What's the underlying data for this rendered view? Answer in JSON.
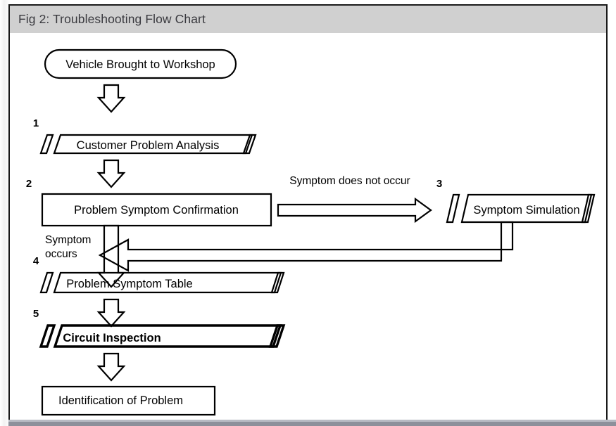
{
  "figure": {
    "caption": "Fig 2: Troubleshooting Flow Chart",
    "caption_bar_color": "#d0d0d0",
    "caption_text_color": "#3a3a3f",
    "frame_border_color": "#1a1a1a",
    "canvas_color": "#ffffff",
    "bottom_strip_color": "#8d909b"
  },
  "chart_data": {
    "type": "diagram",
    "diagram_kind": "flowchart",
    "title": "Fig 2: Troubleshooting Flow Chart",
    "orientation": "top-to-bottom",
    "truncated_at_bottom": true,
    "nodes": [
      {
        "id": "start",
        "label": "Vehicle Brought to Workshop",
        "shape": "rounded-terminator",
        "step": "",
        "bold": false
      },
      {
        "id": "n1",
        "label": "Customer Problem Analysis",
        "shape": "banner",
        "step": "1",
        "bold": false
      },
      {
        "id": "n2",
        "label": "Problem Symptom Confirmation",
        "shape": "rectangle",
        "step": "2",
        "bold": false
      },
      {
        "id": "n3",
        "label": "Symptom Simulation",
        "shape": "banner",
        "step": "3",
        "bold": false
      },
      {
        "id": "n4",
        "label": "Problem Symptom Table",
        "shape": "banner",
        "step": "4",
        "bold": false
      },
      {
        "id": "n5",
        "label": "Circuit Inspection",
        "shape": "banner",
        "step": "5",
        "bold": true
      },
      {
        "id": "n6",
        "label": "Identification of Problem",
        "shape": "rectangle",
        "step": "",
        "bold": false
      }
    ],
    "edges": [
      {
        "from": "start",
        "to": "n1",
        "label": "",
        "style": "block-arrow-down"
      },
      {
        "from": "n1",
        "to": "n2",
        "label": "",
        "style": "block-arrow-down"
      },
      {
        "from": "n2",
        "to": "n3",
        "label": "Symptom does not occur",
        "style": "block-arrow-right"
      },
      {
        "from": "n3",
        "to": "n4",
        "label": "",
        "style": "outlined-return-path-left"
      },
      {
        "from": "n2",
        "to": "n4",
        "label": "Symptom occurs",
        "style": "block-arrow-down"
      },
      {
        "from": "n4",
        "to": "n5",
        "label": "",
        "style": "block-arrow-down"
      },
      {
        "from": "n5",
        "to": "n6",
        "label": "",
        "style": "block-arrow-down"
      },
      {
        "from": "n6",
        "to": "",
        "label": "",
        "style": "block-arrow-down-truncated"
      }
    ],
    "edge_labels": [
      {
        "id": "lbl-not-occur",
        "text": "Symptom does not occur"
      },
      {
        "id": "lbl-occurs-line1",
        "text": "Symptom"
      },
      {
        "id": "lbl-occurs-line2",
        "text": "occurs"
      }
    ],
    "step_numbers": [
      "1",
      "2",
      "3",
      "4",
      "5"
    ]
  }
}
